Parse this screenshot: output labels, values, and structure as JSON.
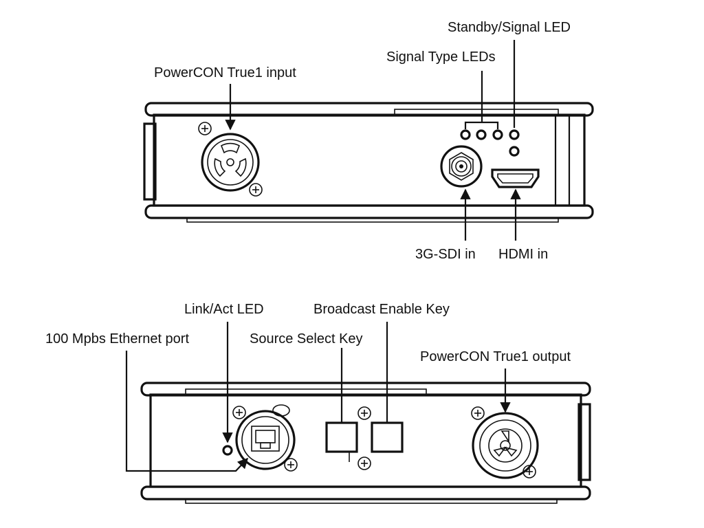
{
  "top_panel": {
    "labels": {
      "powercon_input": "PowerCON True1 input",
      "signal_type_leds": "Signal Type LEDs",
      "standby_signal_led": "Standby/Signal LED",
      "sdi_in": "3G-SDI in",
      "hdmi_in": "HDMI in"
    }
  },
  "bottom_panel": {
    "labels": {
      "link_act_led": "Link/Act LED",
      "broadcast_enable_key": "Broadcast Enable Key",
      "ethernet_port": "100 Mpbs Ethernet port",
      "source_select_key": "Source Select Key",
      "powercon_output": "PowerCON True1 output"
    }
  },
  "colors": {
    "line": "#111111",
    "background": "#ffffff"
  },
  "icons": [
    "screw-icon",
    "powercon-connector-icon",
    "bnc-connector-icon",
    "hdmi-port-icon",
    "rj45-port-icon",
    "led-icon",
    "push-key-icon"
  ]
}
